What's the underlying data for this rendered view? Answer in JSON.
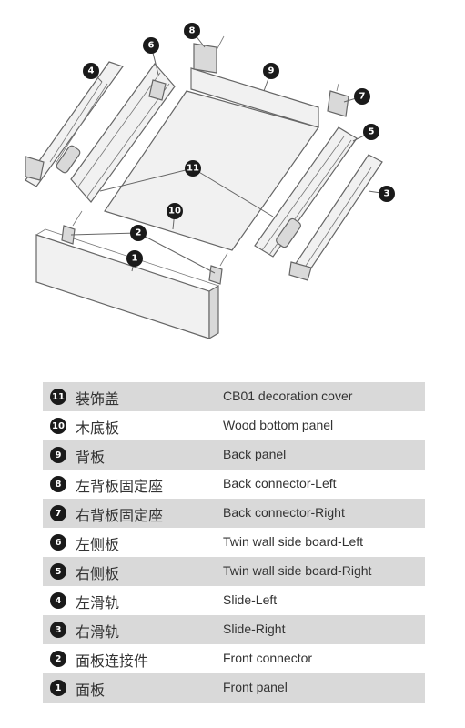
{
  "diagram": {
    "callouts": [
      "1",
      "2",
      "3",
      "4",
      "5",
      "6",
      "7",
      "8",
      "9",
      "10",
      "11"
    ]
  },
  "legend": {
    "rows": [
      {
        "num": "11",
        "cn": "装饰盖",
        "en": "CB01 decoration cover",
        "shaded": true
      },
      {
        "num": "10",
        "cn": "木底板",
        "en": "Wood bottom panel",
        "shaded": false
      },
      {
        "num": "9",
        "cn": "背板",
        "en": "Back panel",
        "shaded": true
      },
      {
        "num": "8",
        "cn": "左背板固定座",
        "en": "Back connector-Left",
        "shaded": false
      },
      {
        "num": "7",
        "cn": "右背板固定座",
        "en": "Back connector-Right",
        "shaded": true
      },
      {
        "num": "6",
        "cn": "左侧板",
        "en": "Twin wall side board-Left",
        "shaded": false
      },
      {
        "num": "5",
        "cn": "右侧板",
        "en": "Twin wall side board-Right",
        "shaded": true
      },
      {
        "num": "4",
        "cn": "左滑轨",
        "en": "Slide-Left",
        "shaded": false
      },
      {
        "num": "3",
        "cn": "右滑轨",
        "en": "Slide-Right",
        "shaded": true
      },
      {
        "num": "2",
        "cn": "面板连接件",
        "en": "Front connector",
        "shaded": false
      },
      {
        "num": "1",
        "cn": "面板",
        "en": "Front panel",
        "shaded": true
      }
    ]
  }
}
